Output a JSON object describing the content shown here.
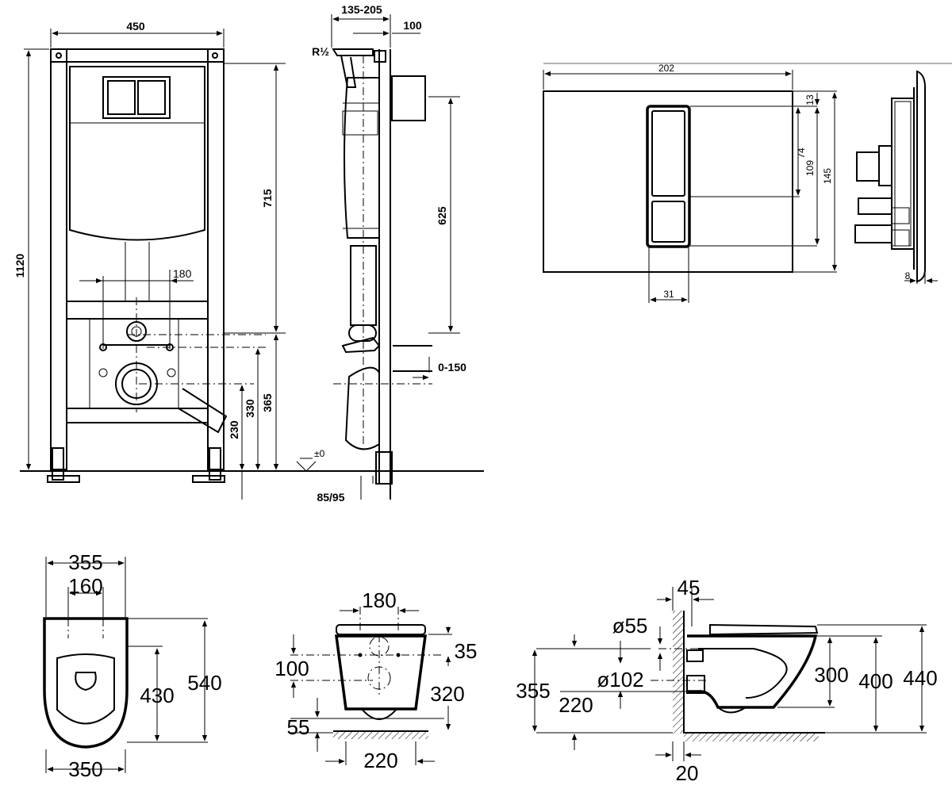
{
  "frame_elevation": {
    "width": "450",
    "height": "1120",
    "tank_height": "715",
    "bolt_spacing": "180",
    "height_365": "365",
    "height_330": "330",
    "height_230": "230"
  },
  "frame_side": {
    "depth_range": "135-205",
    "depth_100": "100",
    "connection": "R½",
    "height_625": "625",
    "offset": "0-150",
    "floor_mark": "±0",
    "pipe": "85/95"
  },
  "flush_plate": {
    "width": "202",
    "top_margin": "13",
    "small_button": "74",
    "large_button": "109",
    "height": "145",
    "button_width": "31",
    "thickness": "8"
  },
  "bowl_top": {
    "width_top": "355",
    "holes": "160",
    "depth_430": "430",
    "depth_540": "540",
    "width_bottom": "350"
  },
  "bowl_front": {
    "width_180": "180",
    "h_100": "100",
    "h_35": "35",
    "h_320": "320",
    "h_55": "55",
    "width_220": "220"
  },
  "bowl_side": {
    "w_45": "45",
    "d_55": "ø55",
    "d_102": "ø102",
    "h_355": "355",
    "h_220": "220",
    "h_300": "300",
    "h_400": "400",
    "h_440": "440",
    "w_20": "20"
  }
}
